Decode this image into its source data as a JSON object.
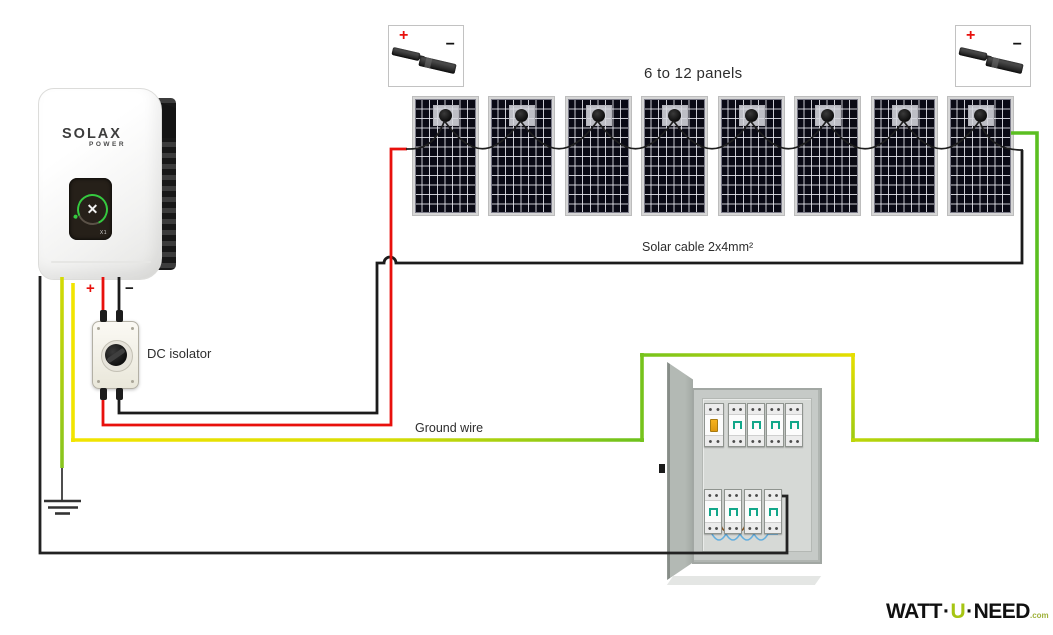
{
  "diagram_labels": {
    "panels_range": "6 to 12 panels",
    "solar_cable": "Solar cable 2x4mm²",
    "ground_wire": "Ground wire",
    "dc_isolator": "DC isolator"
  },
  "inverter": {
    "brand": "SOLAX",
    "brand_sub": "POWER",
    "model": "X1",
    "display_glyph": "✕",
    "plus": "+",
    "minus": "−"
  },
  "mc4_legend": {
    "plus": "+",
    "minus": "−"
  },
  "panel_array": {
    "count": 8
  },
  "logo": {
    "part1": "WATT",
    "sep": "·",
    "part2": "U",
    "part3": "NEED",
    "suffix": ".com"
  },
  "colors": {
    "positive_wire": "#e8100c",
    "negative_wire": "#1b1b1b",
    "ground_green": "#5bbf21",
    "ground_yellow": "#f2e400",
    "breaker_toggle_teal": "#13a78a",
    "rcd_toggle_orange": "#f3ac15",
    "logo_accent_green": "#a6c513",
    "inverter_ring_green": "#35c93f",
    "neutral_wire_blue": "#64aede",
    "live_wire_brown": "#8a5a2b"
  }
}
